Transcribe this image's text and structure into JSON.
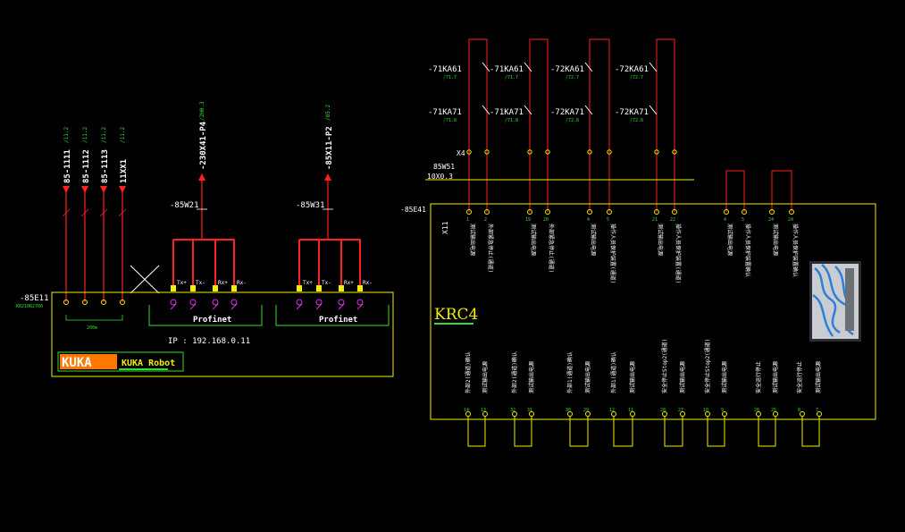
{
  "colors": {
    "background": "#000000",
    "frame": "#f0f000",
    "wire": "#ff2020",
    "label": "#ffffff",
    "ref": "#33dd33",
    "port": "#dd33dd"
  },
  "left_panel": {
    "device_tag": "-85E11",
    "device_code": "KR210R2700",
    "vertical_labels": [
      "85-1111",
      "85-1112",
      "85-1113",
      "11XX1"
    ],
    "vertical_refs": [
      "/11.2",
      "/11.2",
      "/11.2",
      "/11.2"
    ],
    "arrow_labels": [
      "-230X41-P4",
      "-85X11-P2"
    ],
    "arrow_refs": [
      "/2H0.3",
      "/85.2"
    ],
    "cable_labels": [
      "-85W21",
      "-85W31"
    ],
    "port_labels": [
      "Tx+",
      "Tx-",
      "Rx+",
      "Rx-"
    ],
    "network_label": "Profinet",
    "ip": "IP : 192.168.0.11",
    "brand": "KUKA",
    "brand_text": "KUKA Robot",
    "small_note": "200m"
  },
  "right_panel": {
    "device_tag": "-85E41",
    "connector": "X11",
    "controller": "KRC4",
    "cable_label": "85W51",
    "cable_spec": "10X0.3",
    "terminal_label": "X4",
    "relay_rows": [
      [
        "-71KA61",
        "-71KA61",
        "-72KA61",
        "-72KA61"
      ],
      [
        "-71KA71",
        "-71KA71",
        "-72KA71",
        "-72KA71"
      ]
    ],
    "relay_refs": [
      [
        "/71.7",
        "/71.7",
        "/72.7",
        "/72.7"
      ],
      [
        "/71.8",
        "/71.8",
        "/72.8",
        "/72.8"
      ]
    ],
    "top_pins": [
      "1",
      "2",
      "19",
      "20",
      "4",
      "5",
      "21",
      "22",
      "4",
      "5",
      "24",
      "24"
    ],
    "bottom_pins": [
      "14",
      "13",
      "32",
      "31",
      "30",
      "29",
      "12",
      "11",
      "28",
      "27",
      "10",
      "9",
      "26",
      "25",
      "8",
      "7"
    ],
    "top_texts": [
      "测试输出电源",
      "外部紧急停止(通道)",
      "测试输出电源",
      "外部紧急停止(通道)",
      "测试输出电源",
      "操作人员保护装置(通道)",
      "测试输出电源",
      "操作人员保护装置(通道)",
      "测试输出电源",
      "操作人员保护装置确认",
      "测试输出电源",
      "操作人员保护装置确认"
    ],
    "bottom_texts": [
      "外部2(通道)确认",
      "测试输出电源",
      "外部2(通道)确认",
      "测试输出电源",
      "外部1(通道)确认",
      "测试输出电源",
      "外部1(通道)确认",
      "测试输出电源",
      "安全停止Stop2(通道)",
      "测试输出电源",
      "安全停止Stop2(通道)",
      "测试输出电源",
      "安全运行停止",
      "测试输出电源",
      "安全运行停止",
      "测试输出电源"
    ]
  }
}
